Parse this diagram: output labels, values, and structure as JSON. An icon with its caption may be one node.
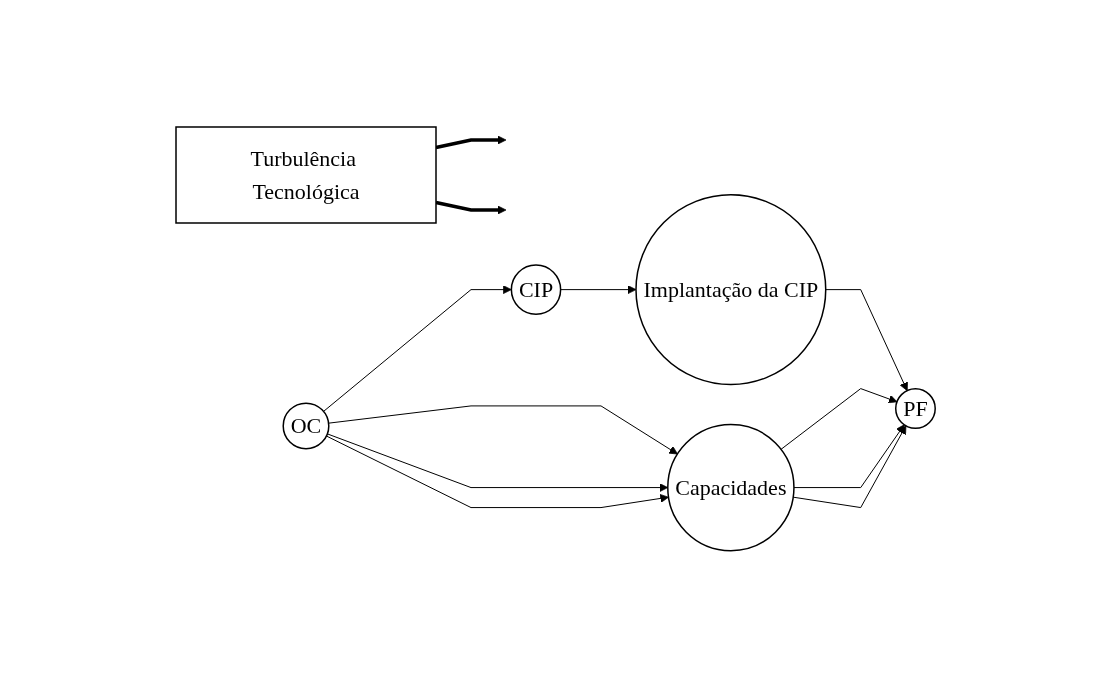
{
  "diagram": {
    "nodes": [
      {
        "text": [
          "Turbulência Tecnológica"
        ]
      },
      {
        "text": [
          "CIP"
        ]
      },
      {
        "text": [
          "Implantação da CIP"
        ]
      },
      {
        "text": [
          "OC"
        ]
      },
      {
        "text": [
          "PF"
        ]
      },
      {
        "text": [
          "Capacidades"
        ]
      }
    ],
    "edges": [
      {
        "from": 0,
        "to": null,
        "arrow": "to",
        "style": "thick"
      },
      {
        "from": 0,
        "to": null,
        "arrow": "to",
        "style": "thick"
      },
      {
        "from": 3,
        "to": 1,
        "arrow": "to"
      },
      {
        "from": 1,
        "to": 2,
        "arrow": "to"
      },
      {
        "from": 2,
        "to": 4,
        "arrow": "to"
      },
      {
        "from": 3,
        "to": 5,
        "arrow": "to"
      },
      {
        "from": 3,
        "to": 5,
        "arrow": "to"
      },
      {
        "from": 3,
        "to": 5,
        "arrow": "to"
      },
      {
        "from": 5,
        "to": 4,
        "arrow": "to"
      },
      {
        "from": 5,
        "to": 4,
        "arrow": "to"
      },
      {
        "from": 5,
        "to": 4,
        "arrow": "to"
      }
    ]
  }
}
